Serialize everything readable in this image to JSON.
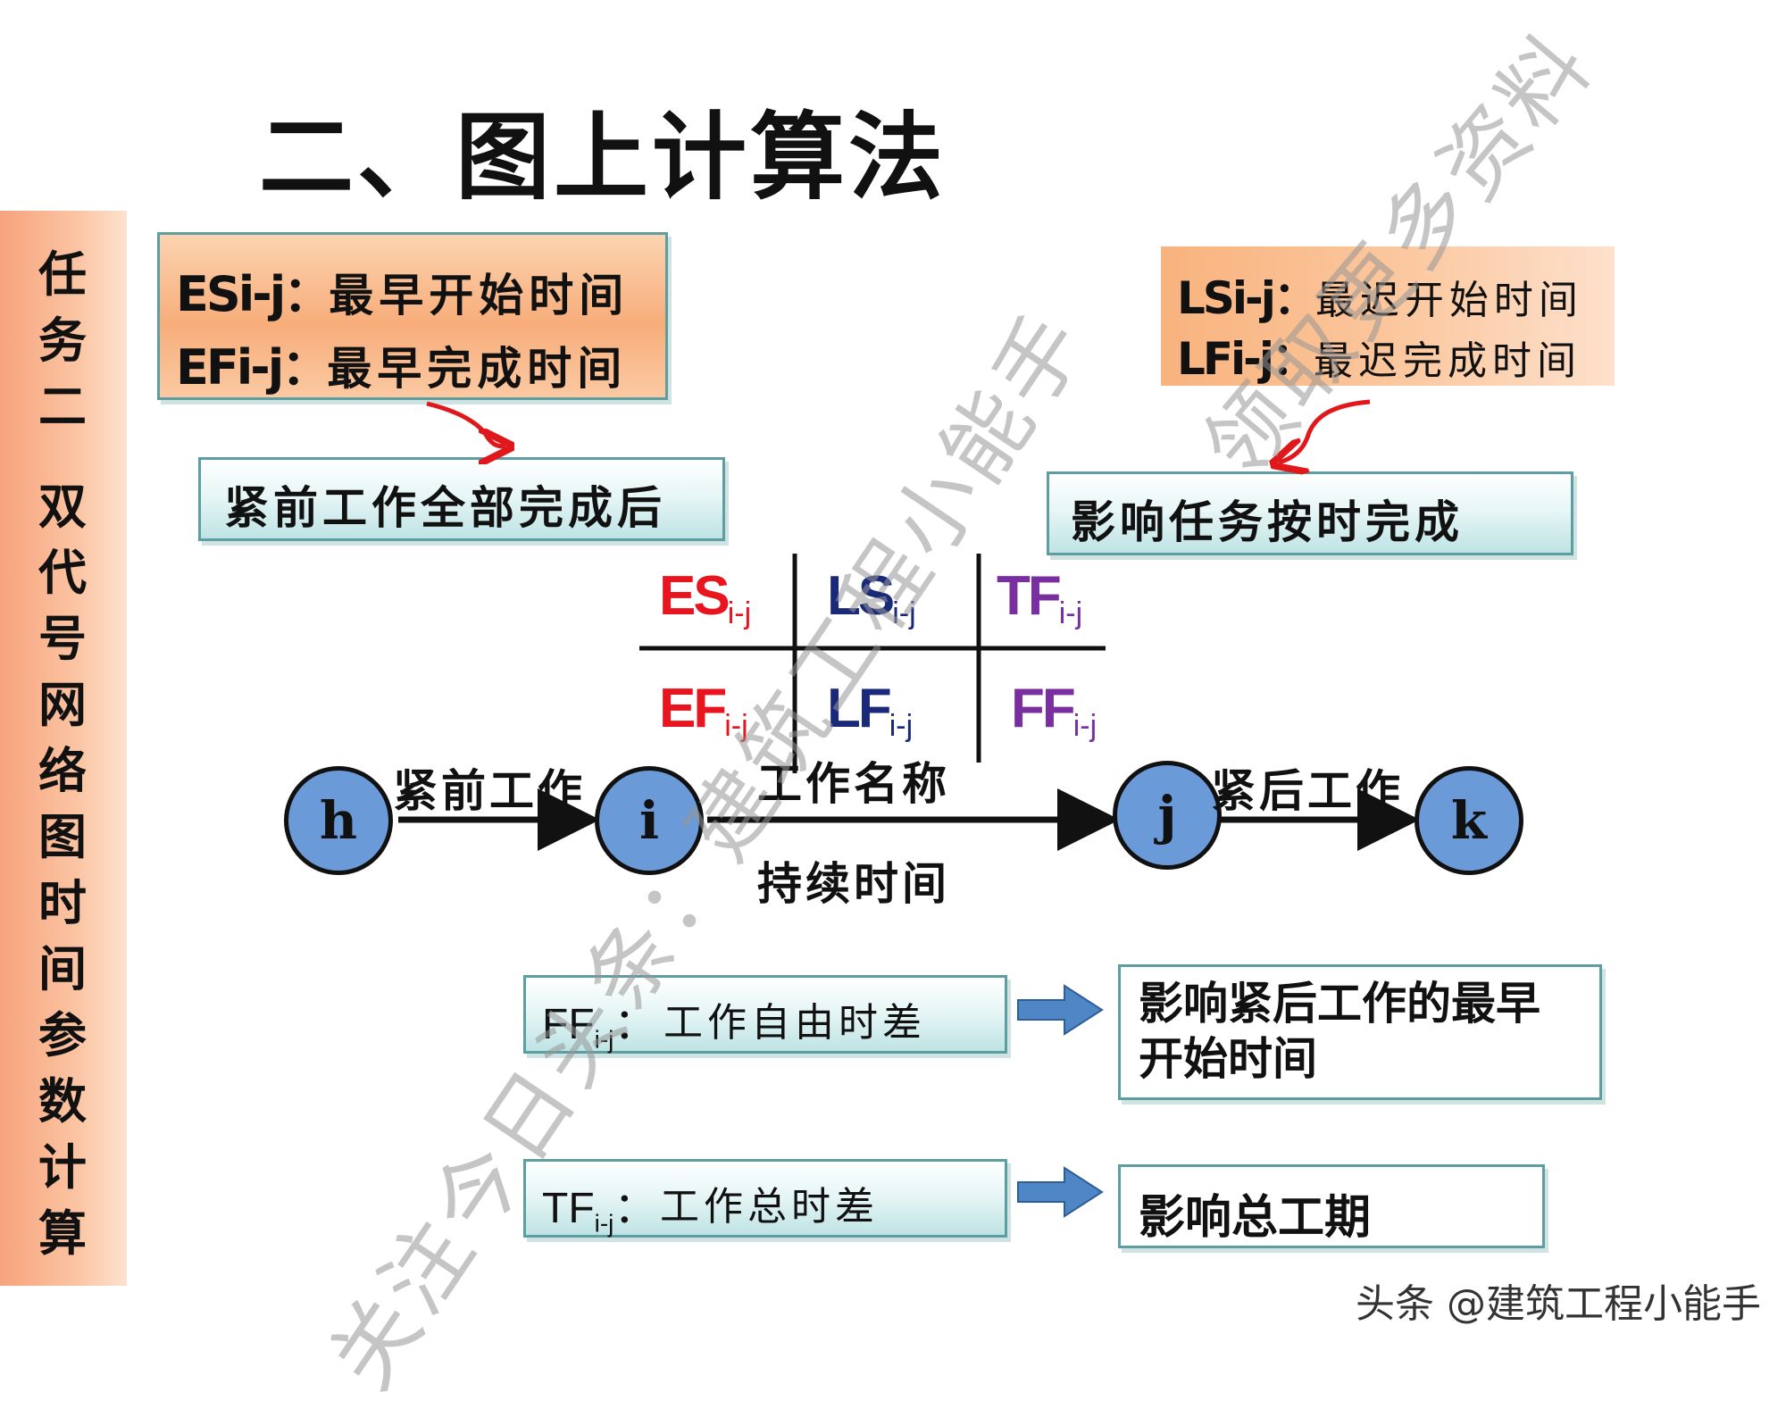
{
  "title": "二、图上计算法",
  "sidebar": {
    "chars_group1": [
      "任",
      "务",
      "二"
    ],
    "chars_group2": [
      "双",
      "代",
      "号",
      "网",
      "络",
      "图",
      "时",
      "间",
      "参",
      "数",
      "计",
      "算"
    ]
  },
  "early_box": {
    "es_key": "ESi-j：",
    "es_desc": "最早开始时间",
    "ef_key": "EFi-j：",
    "ef_desc": "最早完成时间"
  },
  "early_note": "紧前工作全部完成后",
  "late_box": {
    "ls_key": "LSi-j：",
    "ls_desc": "最迟开始时间",
    "lf_key": "LFi-j：",
    "lf_desc": "最迟完成时间"
  },
  "late_note": "影响任务按时完成",
  "grid": {
    "es": {
      "main": "ES",
      "sub": "i-j",
      "color": "#e8141e"
    },
    "ls": {
      "main": "LS",
      "sub": "i-j",
      "color": "#1a2a78"
    },
    "tf": {
      "main": "TF",
      "sub": "i-j",
      "color": "#7a2fa0"
    },
    "ef": {
      "main": "EF",
      "sub": "i-j",
      "color": "#e8141e"
    },
    "lf": {
      "main": "LF",
      "sub": "i-j",
      "color": "#1a2a78"
    },
    "ff": {
      "main": "FF",
      "sub": "i-j",
      "color": "#7a2fa0"
    }
  },
  "network": {
    "nodes": [
      "h",
      "i",
      "j",
      "k"
    ],
    "pre_work": "紧前工作",
    "work_name": "工作名称",
    "duration": "持续时间",
    "post_work": "紧后工作",
    "node_color": "#6a9bd8"
  },
  "ff_row": {
    "key_main": "FF",
    "key_sub": "i-j",
    "key_colon": "：",
    "desc": "工作自由时差",
    "effect": "影响紧后工作的最早开始时间",
    "effect_line1": "影响紧后工作的最早",
    "effect_line2": "开始时间"
  },
  "tf_row": {
    "key_main": "TF",
    "key_sub": "i-j",
    "key_colon": "：",
    "desc": "工作总时差",
    "effect": "影响总工期"
  },
  "watermarks": [
    "关注今日头条：建筑工程小能手",
    "领取更多资料"
  ],
  "footer": "头条 @建筑工程小能手",
  "colors": {
    "arrow_blue": "#4f86c6",
    "curve_red": "#e0181c",
    "teal_border": "#5f9ea0"
  }
}
